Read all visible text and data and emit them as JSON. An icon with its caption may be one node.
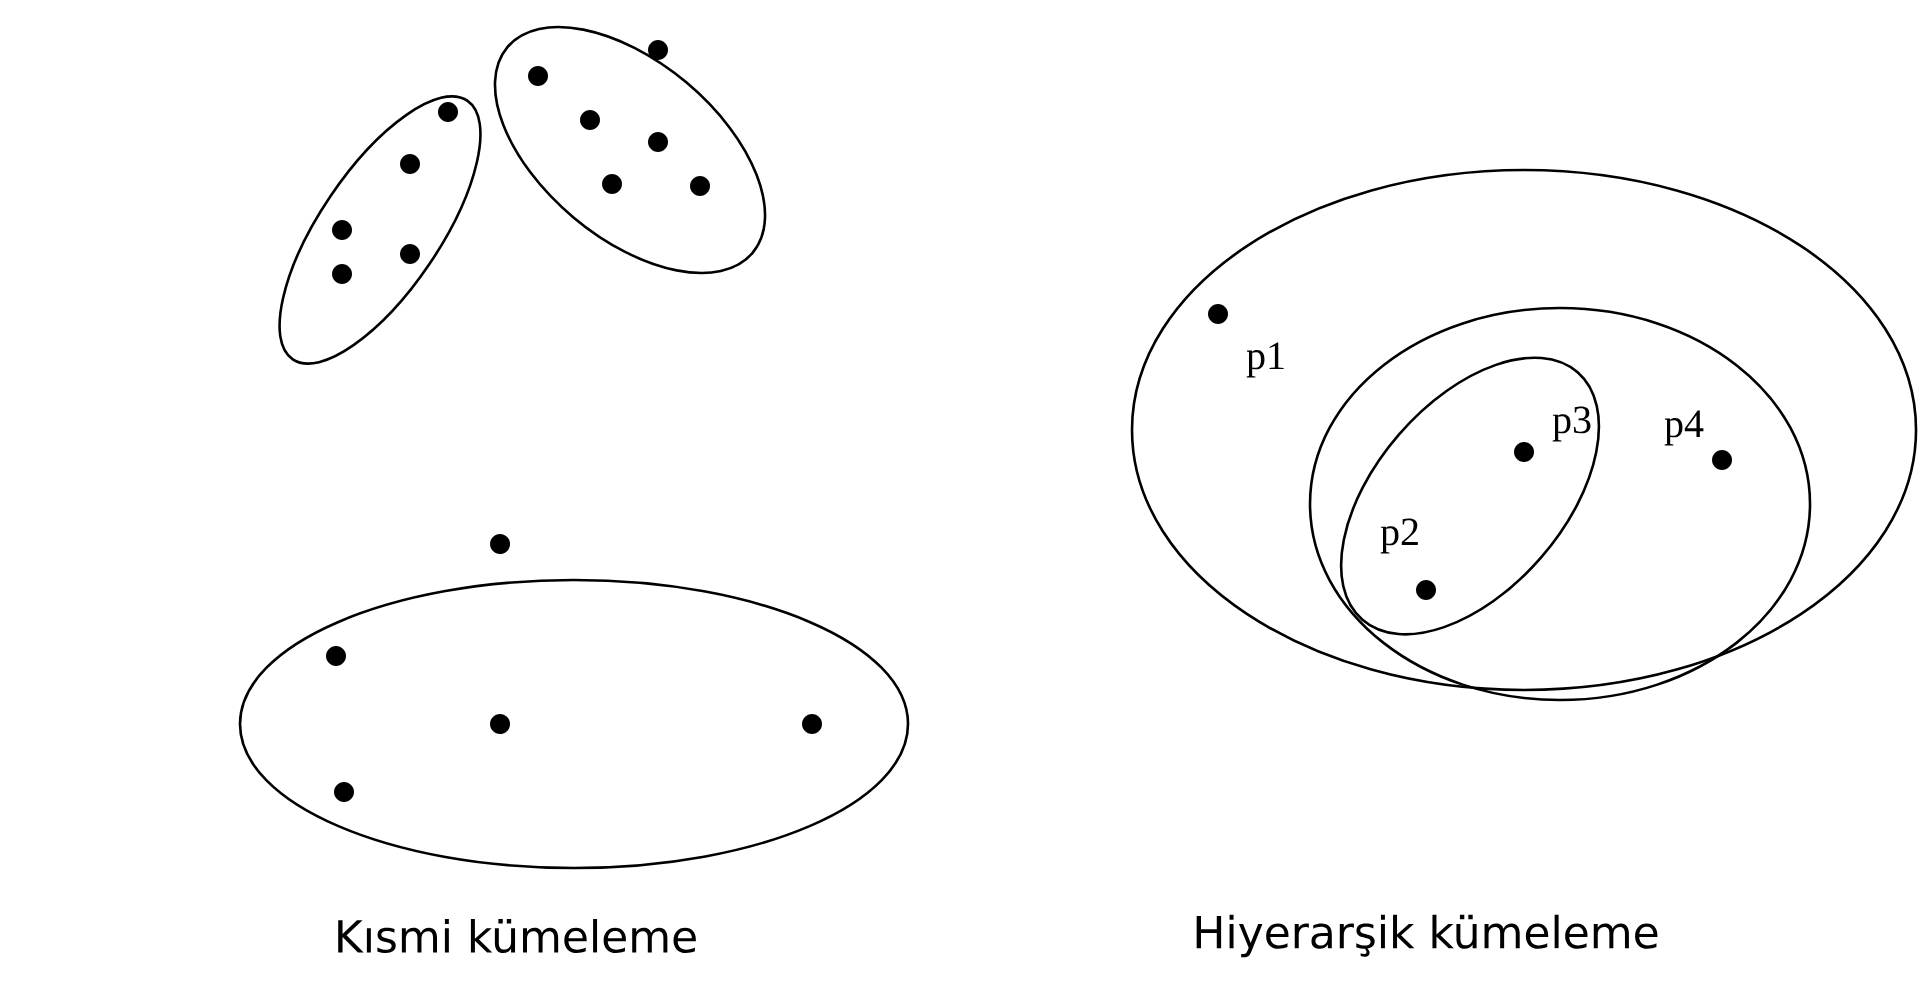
{
  "diagram": {
    "nodes": [
      {
        "text": [],
        "shape": "ellipse"
      },
      {
        "text": [],
        "shape": "ellipse"
      },
      {
        "text": [],
        "shape": "ellipse"
      },
      {
        "text": [
          "p1"
        ]
      },
      {
        "text": [
          "p4"
        ],
        "in": 3
      },
      {
        "text": [
          "p2",
          "p3"
        ],
        "in": 4
      }
    ],
    "labels": [
      "Kısmi kümeleme",
      "Hiyerarşik kümeleme"
    ]
  }
}
